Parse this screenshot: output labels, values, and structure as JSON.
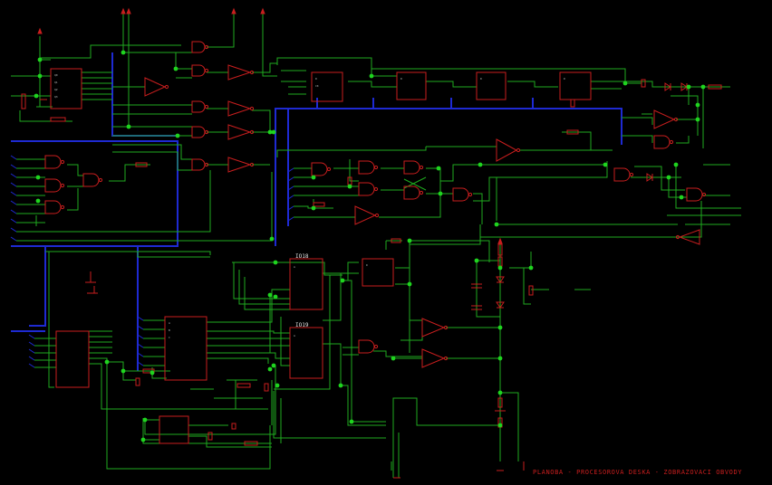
{
  "schematic": {
    "title": "PLANOBA - PROCESOROVA DESKA - ZOBRAZOVACI OBVODY",
    "ic_labels": [
      "IO18",
      "IO19"
    ]
  },
  "colors": {
    "background": "#000000",
    "wire": "#1faa1f",
    "component": "#c81e1e",
    "bus": "#1e2ad2",
    "junction": "#1fd41f",
    "text": "#e6e6e6"
  }
}
